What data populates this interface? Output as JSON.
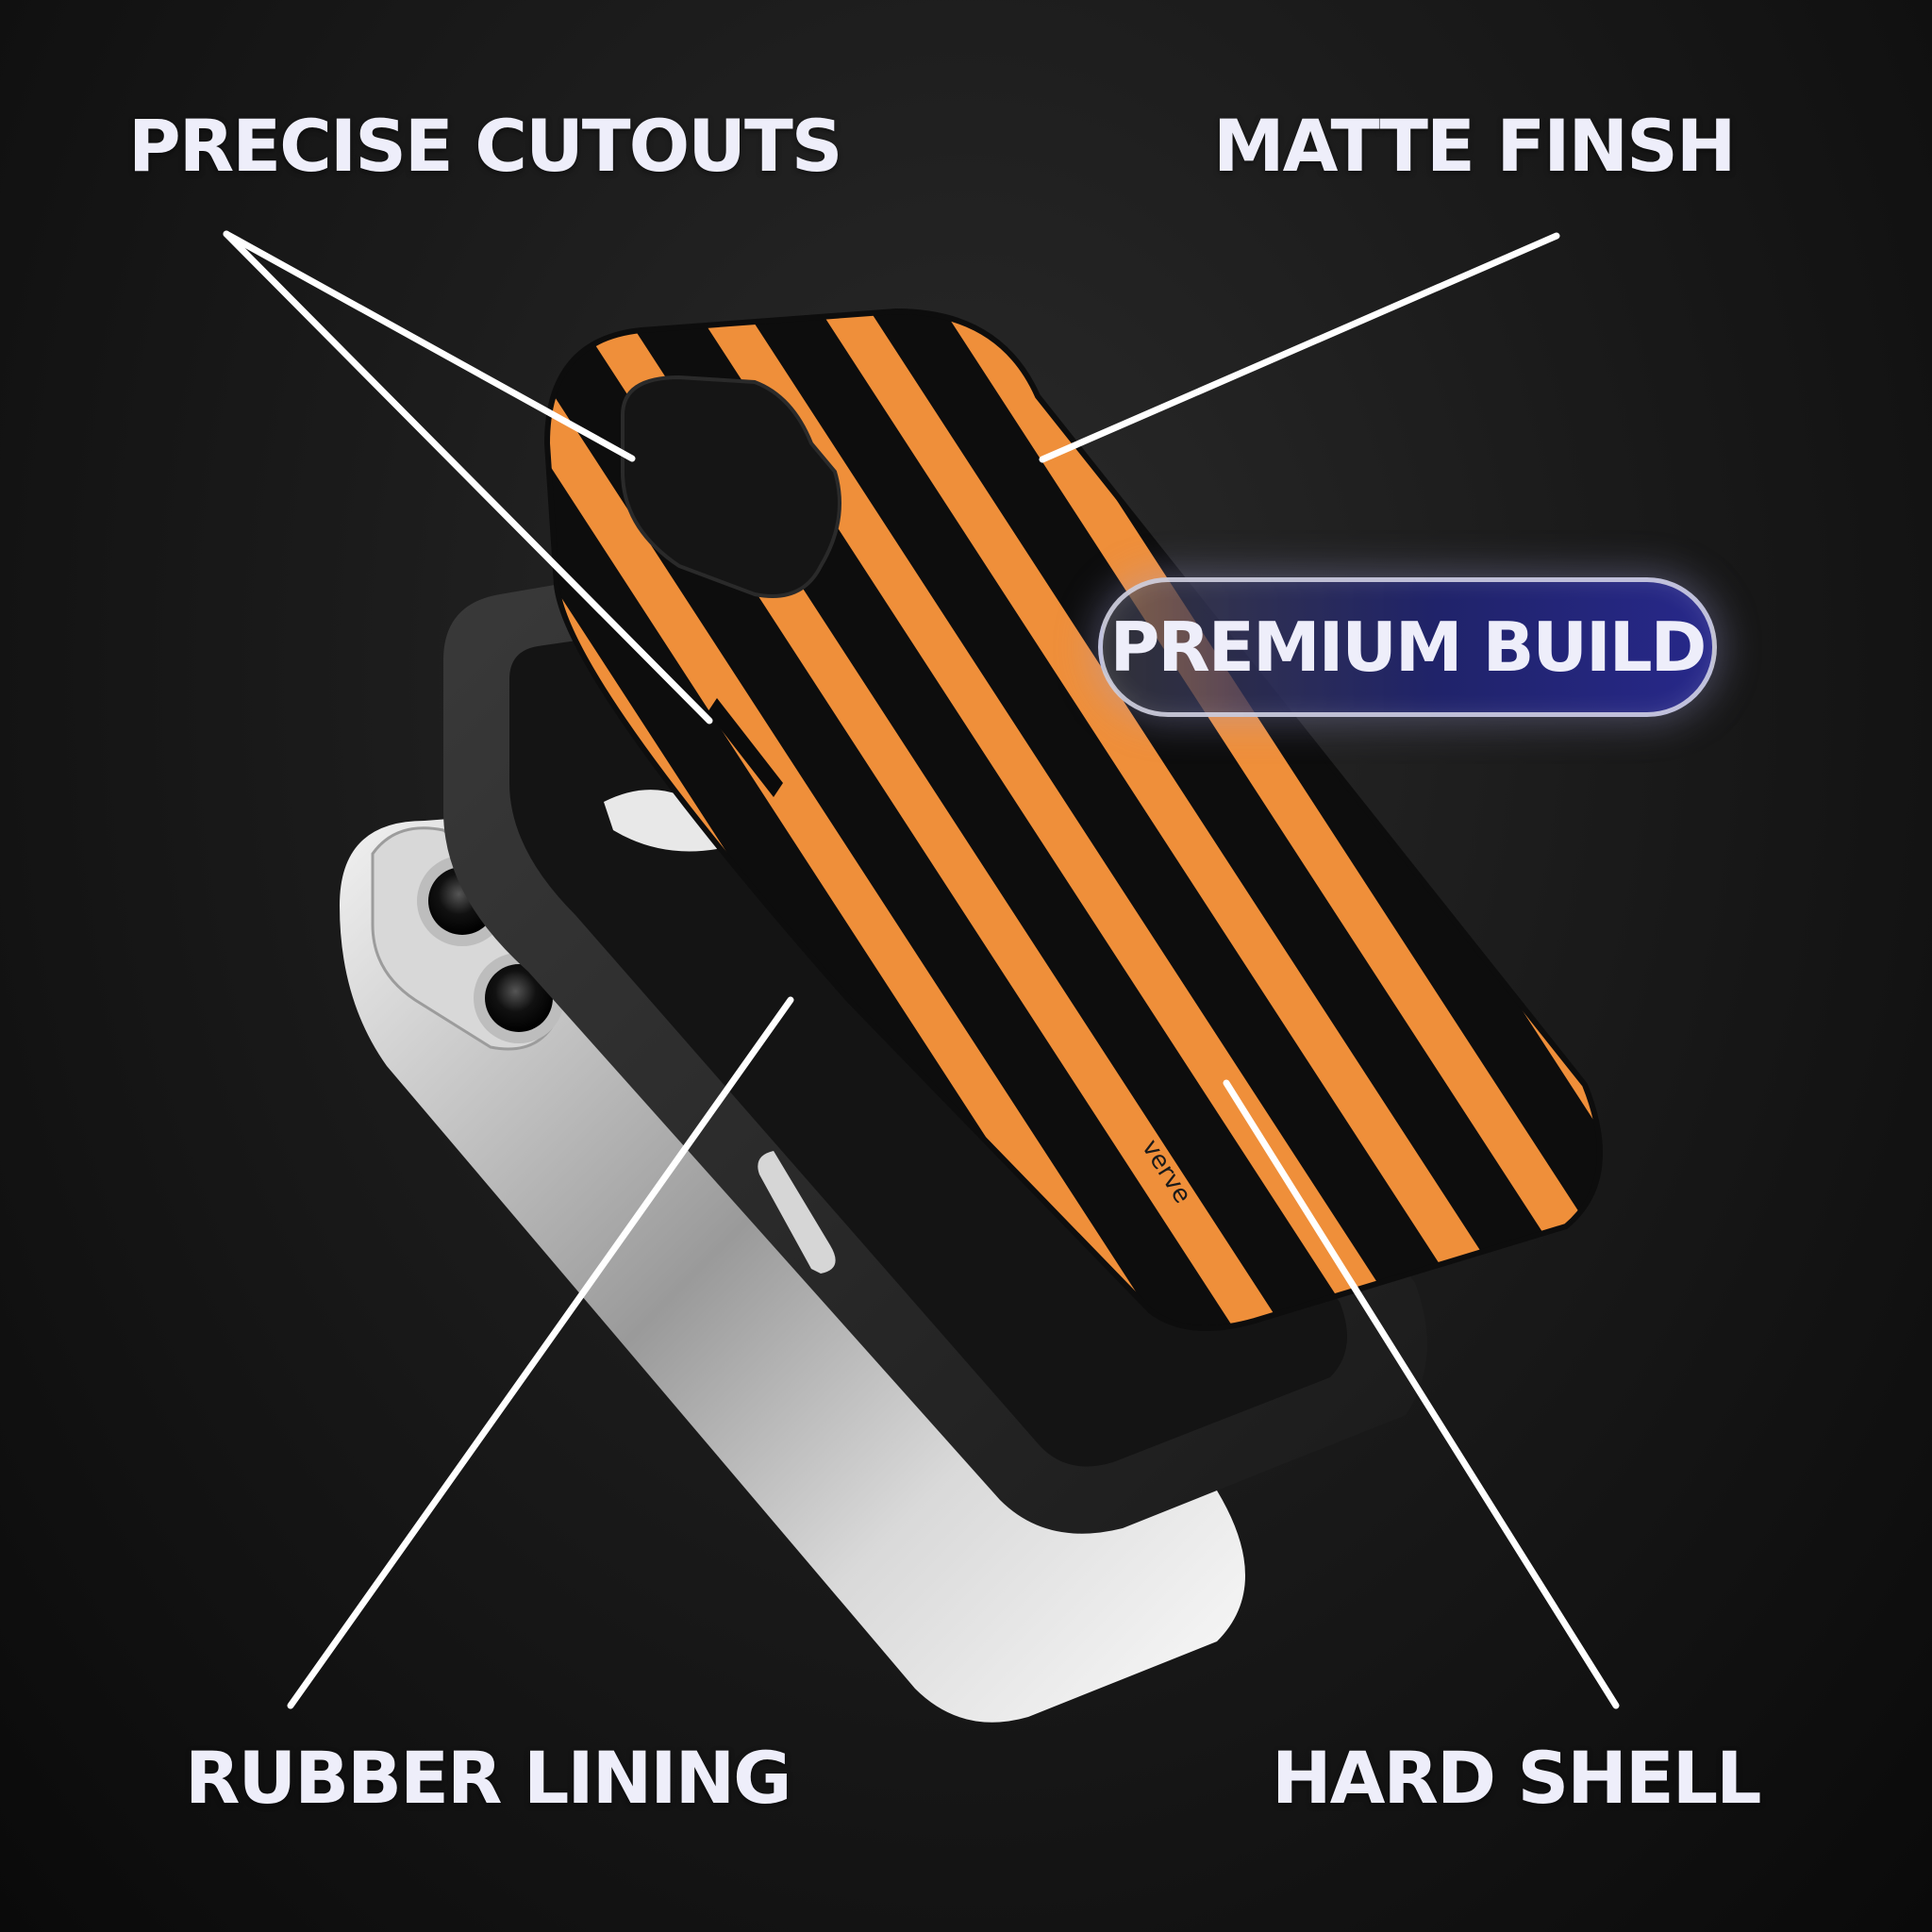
{
  "callouts": {
    "precise_cutouts": "PRECISE CUTOUTS",
    "matte_finish": "MATTE FINSH",
    "rubber_lining": "RUBBER LINING",
    "hard_shell": "HARD SHELL"
  },
  "badge": {
    "label": "PREMIUM BUILD"
  },
  "colors": {
    "background": "#141414",
    "stripe_orange": "#ef8f3a",
    "stripe_black": "#0d0d0d",
    "callout_line": "#ffffff",
    "badge_fill": "#22247a",
    "text": "#eeeefa"
  },
  "product": {
    "logo_text": "verve"
  }
}
